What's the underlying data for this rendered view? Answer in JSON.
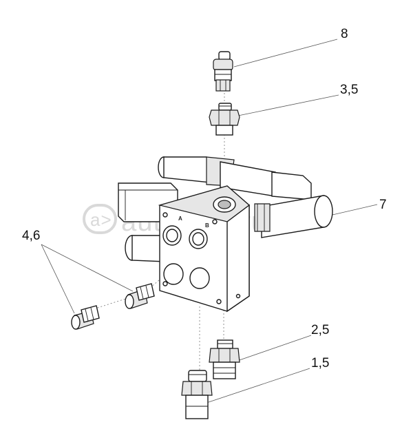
{
  "diagram": {
    "callouts": [
      {
        "id": "c8",
        "label": "8"
      },
      {
        "id": "c35",
        "label": "3,5"
      },
      {
        "id": "c7",
        "label": "7"
      },
      {
        "id": "c46",
        "label": "4,6"
      },
      {
        "id": "c25",
        "label": "2,5"
      },
      {
        "id": "c15",
        "label": "1,5"
      }
    ],
    "watermark": {
      "text": "autopiter.ru"
    },
    "valve_body": {
      "port_mark_a": "A",
      "port_mark_b": "B"
    }
  }
}
